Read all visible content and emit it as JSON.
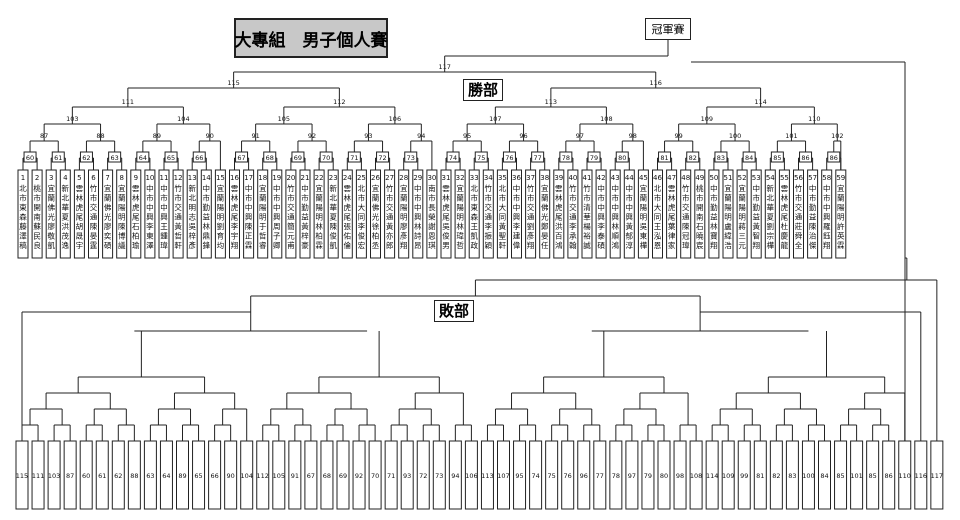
{
  "title": "大專組　男子個人賽",
  "final_label": "冠軍賽",
  "winners_label": "勝部",
  "losers_label": "敗部",
  "winners": {
    "top_match": "117",
    "half_matches": [
      "115",
      "116"
    ],
    "quarter_matches": [
      "111",
      "112",
      "113",
      "114"
    ],
    "round2_matches": [
      "103",
      "104",
      "105",
      "106",
      "107",
      "108",
      "109",
      "110"
    ],
    "round1_matches": [
      "87",
      "88",
      "89",
      "90",
      "91",
      "92",
      "93",
      "94",
      "95",
      "96",
      "97",
      "98",
      "99",
      "100",
      "101",
      "102"
    ],
    "prelim_matches": [
      "60",
      "61",
      "62",
      "63",
      "64",
      "65",
      "66",
      "67",
      "68",
      "69",
      "70",
      "71",
      "72",
      "73",
      "74",
      "75",
      "76",
      "77",
      "78",
      "79",
      "80",
      "81",
      "82",
      "83",
      "84",
      "85",
      "86"
    ],
    "players": [
      {
        "seed": "1",
        "name": "北市東森藤澤稿"
      },
      {
        "seed": "2",
        "name": "桃市開南蘇民良"
      },
      {
        "seed": "3",
        "name": "宜蘭佛光廖敬凱"
      },
      {
        "seed": "4",
        "name": "新北華夏洪茂逸"
      },
      {
        "seed": "5",
        "name": "雲林虎尾胡晟宇"
      },
      {
        "seed": "6",
        "name": "竹市交通陳晏霆"
      },
      {
        "seed": "7",
        "name": "宜蘭佛光廖奕碩"
      },
      {
        "seed": "8",
        "name": "宜蘭陽明陳博議"
      },
      {
        "seed": "9",
        "name": "雲林虎尾石柏瑜"
      },
      {
        "seed": "10",
        "name": "中市中興李東澤"
      },
      {
        "seed": "11",
        "name": "中市中興王鍾瑋"
      },
      {
        "seed": "12",
        "name": "竹市交通黃哲軒"
      },
      {
        "seed": "13",
        "name": "新北明志吳梓彥"
      },
      {
        "seed": "14",
        "name": "中市勤益林鼎鋒"
      },
      {
        "seed": "15",
        "name": "宜蘭陽明劉育均"
      },
      {
        "seed": "16",
        "name": "雲林虎尾李宇翔"
      },
      {
        "seed": "17",
        "name": "中市中興陳正霖"
      },
      {
        "seed": "18",
        "name": "宜蘭陽明于哲睿"
      },
      {
        "seed": "19",
        "name": "中市中興周子卿"
      },
      {
        "seed": "20",
        "name": "竹市交通簡元甫"
      },
      {
        "seed": "21",
        "name": "中市勤益黃梓豪"
      },
      {
        "seed": "22",
        "name": "宜蘭陽明林柏霖"
      },
      {
        "seed": "23",
        "name": "新北華夏陳俊凱"
      },
      {
        "seed": "24",
        "name": "雲林虎尾張佑倫"
      },
      {
        "seed": "25",
        "name": "北市大同李俊宏"
      },
      {
        "seed": "26",
        "name": "宜蘭佛光徐柏丞"
      },
      {
        "seed": "27",
        "name": "竹市交通黃亦郎"
      },
      {
        "seed": "28",
        "name": "宜蘭陽明廖彥翔"
      },
      {
        "seed": "29",
        "name": "中市中興林詩昂"
      },
      {
        "seed": "30",
        "name": "南市長榮謝恩琪"
      },
      {
        "seed": "31",
        "name": "雲林虎尾吳俊男"
      },
      {
        "seed": "32",
        "name": "宜蘭陽明林瑋哲"
      },
      {
        "seed": "33",
        "name": "北市東森王凱政"
      },
      {
        "seed": "34",
        "name": "竹市交通李振穎"
      },
      {
        "seed": "35",
        "name": "北市大同黃聖軒"
      },
      {
        "seed": "36",
        "name": "中市中興李建偉"
      },
      {
        "seed": "37",
        "name": "竹市交通劉彥翔"
      },
      {
        "seed": "38",
        "name": "宜蘭佛光鄭晏任"
      },
      {
        "seed": "39",
        "name": "雲林虎尾洪百鴻"
      },
      {
        "seed": "40",
        "name": "竹市交通李承翰"
      },
      {
        "seed": "41",
        "name": "竹市清華楊裕誠"
      },
      {
        "seed": "42",
        "name": "中市中興李泰碩"
      },
      {
        "seed": "43",
        "name": "中市中興林順鴻"
      },
      {
        "seed": "44",
        "name": "中市中興黃郁淳"
      },
      {
        "seed": "45",
        "name": "宜蘭陽明吳東樺"
      },
      {
        "seed": "46",
        "name": "北市大同王泓恩"
      },
      {
        "seed": "47",
        "name": "雲林虎尾葉律家"
      },
      {
        "seed": "48",
        "name": "竹市交通陳冠瑋"
      },
      {
        "seed": "49",
        "name": "桃市開南石曉宸"
      },
      {
        "seed": "50",
        "name": "中市勤益林寶翔"
      },
      {
        "seed": "51",
        "name": "宜蘭陽明盧緯浩"
      },
      {
        "seed": "52",
        "name": "宜蘭陽明蔣三元"
      },
      {
        "seed": "53",
        "name": "中市勤益黃智翔"
      },
      {
        "seed": "54",
        "name": "新北華夏劉宗樺"
      },
      {
        "seed": "55",
        "name": "雲林虎尾杜慶龍"
      },
      {
        "seed": "56",
        "name": "竹市交通莊舜全"
      },
      {
        "seed": "57",
        "name": "中市勤益陳治傑"
      },
      {
        "seed": "58",
        "name": "中市中興羅鈺翔"
      },
      {
        "seed": "59",
        "name": "宜蘭陽明許英霖"
      }
    ]
  },
  "losers": {
    "slots": [
      "115",
      "111",
      "103",
      "87",
      "60",
      "61",
      "62",
      "88",
      "63",
      "64",
      "89",
      "65",
      "66",
      "90",
      "104",
      "112",
      "105",
      "91",
      "67",
      "68",
      "69",
      "92",
      "70",
      "71",
      "93",
      "72",
      "73",
      "94",
      "106",
      "113",
      "107",
      "95",
      "74",
      "75",
      "76",
      "96",
      "77",
      "78",
      "97",
      "79",
      "80",
      "98",
      "108",
      "114",
      "109",
      "99",
      "81",
      "82",
      "83",
      "100",
      "84",
      "85",
      "101",
      "85",
      "86",
      "110",
      "116",
      "117"
    ]
  }
}
